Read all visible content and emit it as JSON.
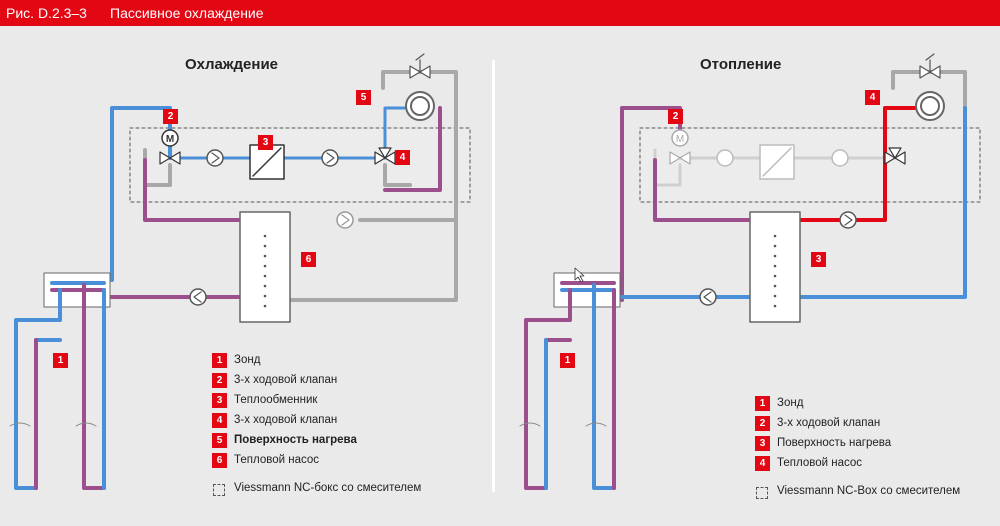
{
  "header": {
    "figure_no": "Рис. D.2.3–3",
    "title": "Пассивное охлаждение"
  },
  "left": {
    "title": "Охлаждение",
    "badges": {
      "b1": "1",
      "b2": "2",
      "b3": "3",
      "b4": "4",
      "b5": "5",
      "b6": "6"
    },
    "legend": [
      {
        "num": "1",
        "text": "Зонд"
      },
      {
        "num": "2",
        "text": "3-х ходовой клапан"
      },
      {
        "num": "3",
        "text": "Теплообменник"
      },
      {
        "num": "4",
        "text": "3-х ходовой клапан"
      },
      {
        "num": "5",
        "text": "Поверхность нагрева"
      },
      {
        "num": "6",
        "text": "Тепловой насос"
      }
    ],
    "box_legend": "Viessmann NC-бокс со смесителем"
  },
  "right": {
    "title": "Отопление",
    "badges": {
      "b1": "1",
      "b2": "2",
      "b3": "3",
      "b4": "4"
    },
    "legend": [
      {
        "num": "1",
        "text": "Зонд"
      },
      {
        "num": "2",
        "text": "3-х ходовой клапан"
      },
      {
        "num": "3",
        "text": "Поверхность нагрева"
      },
      {
        "num": "4",
        "text": "Тепловой насос"
      }
    ],
    "box_legend": "Viessmann NC-Box со смесителем"
  },
  "colors": {
    "accent_red": "#e30613",
    "pipe_blue": "#4a90d9",
    "pipe_purple": "#9b4f8c",
    "pipe_gray": "#a8a8a8",
    "pipe_red": "#e30613",
    "background": "#eaeaea"
  }
}
